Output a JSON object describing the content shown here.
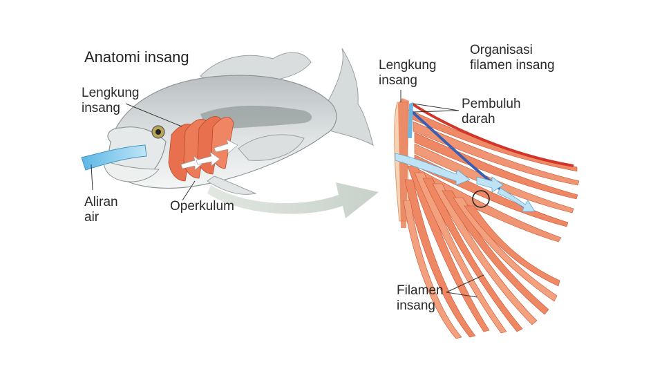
{
  "left_panel": {
    "title": "Anatomi insang",
    "gill_arch_label": [
      "Lengkung",
      "insang"
    ],
    "water_flow_label": [
      "Aliran",
      "air"
    ],
    "operculum_label": "Operkulum"
  },
  "right_panel": {
    "title": [
      "Organisasi",
      "filamen insang"
    ],
    "gill_arch_label": [
      "Lengkung",
      "insang"
    ],
    "blood_vessel_label": [
      "Pembuluh",
      "darah"
    ],
    "filament_label": [
      "Filamen",
      "insang"
    ]
  },
  "colors": {
    "gill_tissue": "#e8704e",
    "gill_light": "#f4a07e",
    "water_flow": "#6fc3ea",
    "fish_body": "#c9cfd0",
    "transition_arrow": "#c9d3cc",
    "vessel_red": "#d2362a",
    "vessel_blue": "#3a5fb0"
  }
}
